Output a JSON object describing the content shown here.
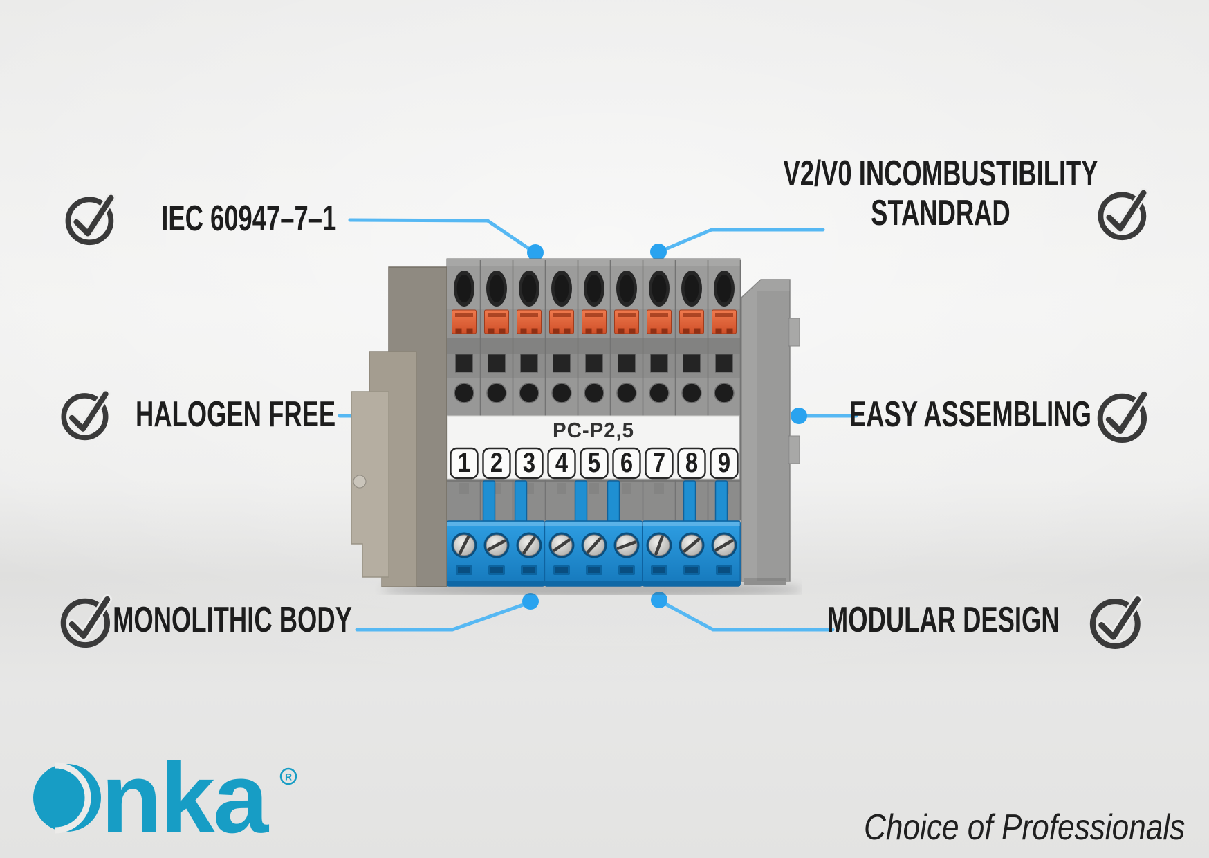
{
  "features": {
    "top_left": {
      "label": "IEC 60947–7–1"
    },
    "top_right": {
      "line1": "V2/V0 INCOMBUSTIBILITY",
      "line2": "STANDRAD"
    },
    "mid_left": {
      "label": "HALOGEN FREE"
    },
    "mid_right": {
      "label": "EASY ASSEMBLING"
    },
    "bottom_left": {
      "label": "MONOLITHIC BODY"
    },
    "bottom_right": {
      "label": "MODULAR DESIGN"
    }
  },
  "product": {
    "model_label": "PC-P2,5",
    "terminal_numbers": [
      "1",
      "2",
      "3",
      "4",
      "5",
      "6",
      "7",
      "8",
      "9"
    ]
  },
  "branding": {
    "logo_text": "Onka",
    "registered": "®",
    "tagline": "Choice of Professionals"
  },
  "colors": {
    "accent_line": "#56b8f3",
    "dot_blue": "#2aa3ef",
    "check_dark": "#3a3a3a",
    "logo_teal": "#179dc5",
    "text_dark": "#1d1d1d",
    "terminal_blue": "#1f8fd2",
    "clamp_orange": "#dd5c33"
  }
}
